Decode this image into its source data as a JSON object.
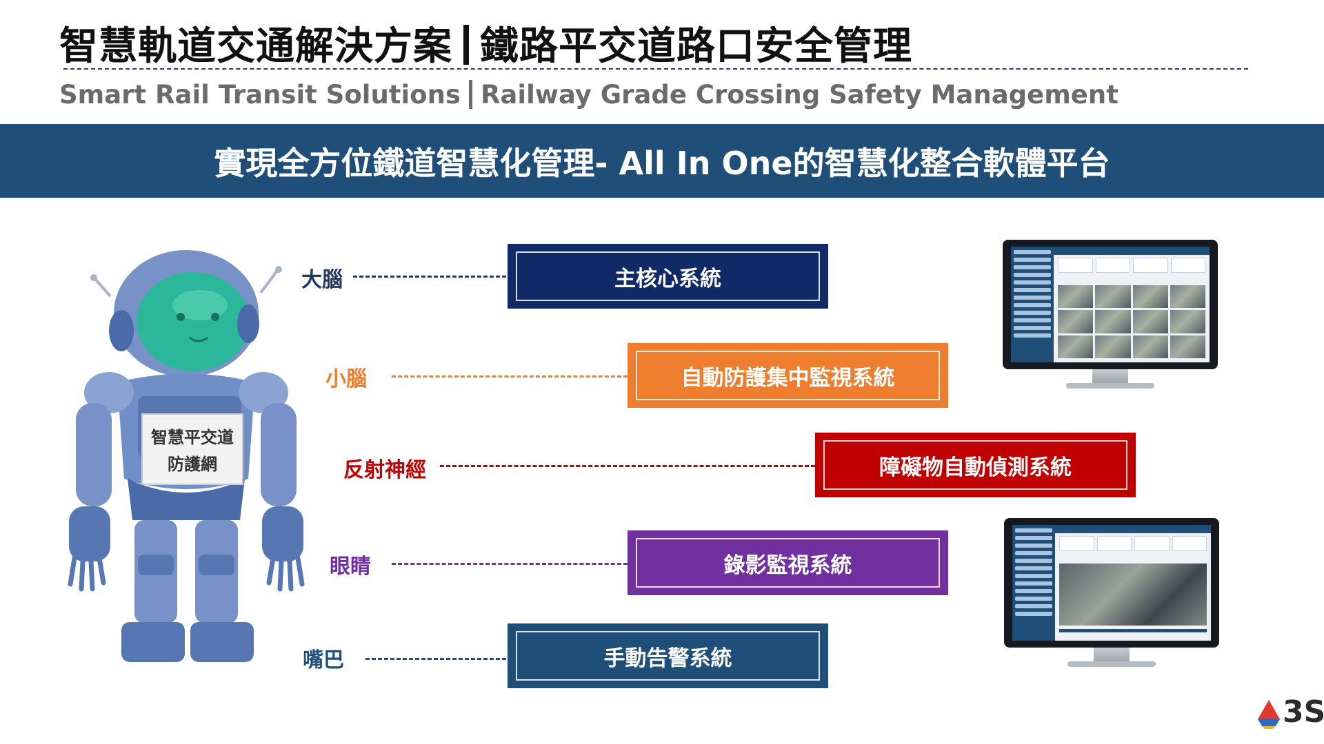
{
  "header": {
    "title_zh_left": "智慧軌道交通解決方案",
    "title_zh_right": "鐵路平交道路口安全管理",
    "title_en_left": "Smart Rail Transit Solutions",
    "title_en_right": "Railway Grade Crossing Safety Management"
  },
  "banner": {
    "text": "實現全方位鐵道智慧化管理- All In One的智慧化整合軟體平台"
  },
  "robot": {
    "sign_line1": "智慧平交道",
    "sign_line2": "防護網"
  },
  "rows": [
    {
      "label": "大腦",
      "system": "主核心系統",
      "color": "#0f2a66"
    },
    {
      "label": "小腦",
      "system": "自動防護集中監視系統",
      "color": "#ee7d2e"
    },
    {
      "label": "反射神經",
      "system": "障礙物自動偵測系統",
      "color": "#c00000"
    },
    {
      "label": "眼睛",
      "system": "錄影監視系統",
      "color": "#7030a0"
    },
    {
      "label": "嘴巴",
      "system": "手動告警系統",
      "color": "#1f4e79"
    }
  ],
  "logo": {
    "text": "3S"
  },
  "colors": {
    "banner": "#1f4e79",
    "title_rule": "#1f3a8a",
    "robot_body": "#6f8fc6",
    "robot_visor": "#2bb89a"
  }
}
